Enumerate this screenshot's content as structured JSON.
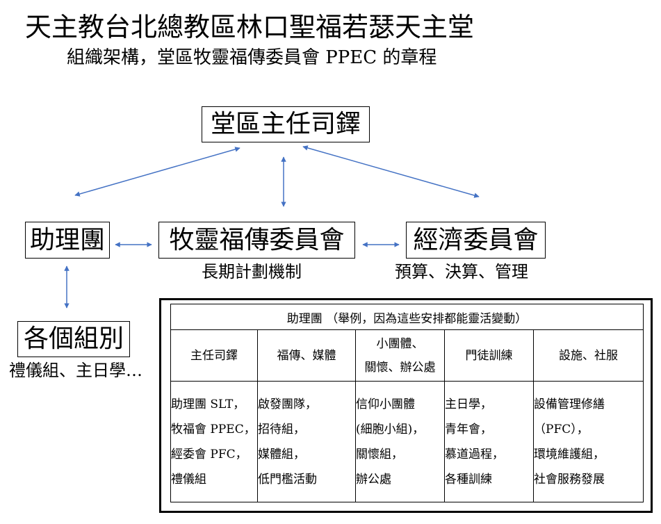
{
  "header": {
    "title": "天主教台北總教區林口聖福若瑟天主堂",
    "subtitle": "組織架構，堂區牧靈福傳委員會 PPEC 的章程"
  },
  "org_chart": {
    "top_node": {
      "label": "堂區主任司鐸"
    },
    "middle_nodes": [
      {
        "label": "助理團",
        "caption": ""
      },
      {
        "label": "牧靈福傳委員會",
        "caption": "長期計劃機制"
      },
      {
        "label": "經濟委員會",
        "caption": "預算、決算、管理"
      }
    ],
    "bottom_node": {
      "label": "各個組別",
      "caption": "禮儀組、主日學…"
    },
    "arrow_color": "#4472C4",
    "connections": [
      {
        "from": "堂區主任司鐸",
        "to": "助理團",
        "type": "bidirectional"
      },
      {
        "from": "堂區主任司鐸",
        "to": "牧靈福傳委員會",
        "type": "bidirectional"
      },
      {
        "from": "堂區主任司鐸",
        "to": "經濟委員會",
        "type": "bidirectional"
      },
      {
        "from": "助理團",
        "to": "牧靈福傳委員會",
        "type": "bidirectional"
      },
      {
        "from": "牧靈福傳委員會",
        "to": "經濟委員會",
        "type": "bidirectional"
      },
      {
        "from": "助理團",
        "to": "各個組別",
        "type": "bidirectional"
      }
    ]
  },
  "assistant_table": {
    "title": "助理團 （舉例，因為這些安排都能靈活變動）",
    "columns": [
      {
        "header_lines": [
          "主任司鐸"
        ],
        "items": [
          "助理團 SLT，",
          "牧福會 PPEC，",
          "經委會 PFC，",
          "禮儀組"
        ]
      },
      {
        "header_lines": [
          "福傳、媒體"
        ],
        "items": [
          "啟發團隊，",
          "招待組，",
          "媒體組，",
          "低門檻活動"
        ]
      },
      {
        "header_lines": [
          "小團體、",
          "關懷、辦公處"
        ],
        "items": [
          "信仰小團體",
          "(細胞小組)，",
          "關懷組，",
          "辦公處"
        ]
      },
      {
        "header_lines": [
          "門徒訓練"
        ],
        "items": [
          "主日學，",
          "青年會，",
          "慕道過程，",
          "各種訓練"
        ]
      },
      {
        "header_lines": [
          "設施、社服"
        ],
        "items": [
          "設備管理修繕",
          "（PFC），",
          "環境維護組，",
          "社會服務發展"
        ]
      }
    ]
  }
}
